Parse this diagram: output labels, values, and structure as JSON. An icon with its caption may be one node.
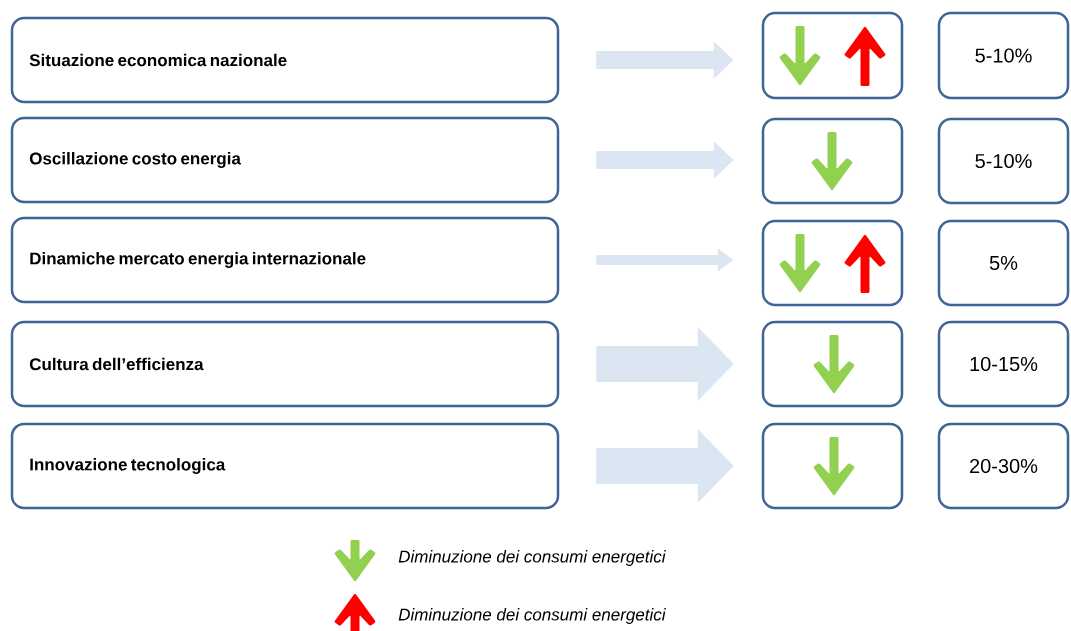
{
  "diagram": {
    "nodes": [
      {
        "text": [
          "Situazione economica nazionale"
        ]
      },
      {
        "text": [
          "Oscillazione costo energia"
        ]
      },
      {
        "text": [
          "Dinamiche mercato energia internazionale"
        ]
      },
      {
        "text": [
          "Cultura dell’efficienza"
        ]
      },
      {
        "text": [
          "Innovazione tecnologica"
        ]
      },
      {
        "text": [],
        "shape": "box"
      },
      {
        "text": [],
        "shape": "box"
      },
      {
        "text": [],
        "shape": "box"
      },
      {
        "text": [],
        "shape": "box"
      },
      {
        "text": [],
        "shape": "box"
      },
      {
        "text": [
          "5-10%"
        ]
      },
      {
        "text": [
          "5-10%"
        ]
      },
      {
        "text": [
          "5%"
        ]
      },
      {
        "text": [
          "10-15%"
        ]
      },
      {
        "text": [
          "20-30%"
        ]
      }
    ],
    "edges": [
      {
        "from": 0,
        "to": 5,
        "arrow": "to"
      },
      {
        "from": 1,
        "to": 6,
        "arrow": "to"
      },
      {
        "from": 2,
        "to": 7,
        "arrow": "to"
      },
      {
        "from": 3,
        "to": 8,
        "arrow": "to",
        "style": "thick"
      },
      {
        "from": 4,
        "to": 9,
        "arrow": "to",
        "style": "thick"
      }
    ],
    "legend": [
      {
        "text": "Diminuzione dei consumi energetici"
      },
      {
        "text": "Diminuzione dei consumi energetici"
      }
    ]
  }
}
